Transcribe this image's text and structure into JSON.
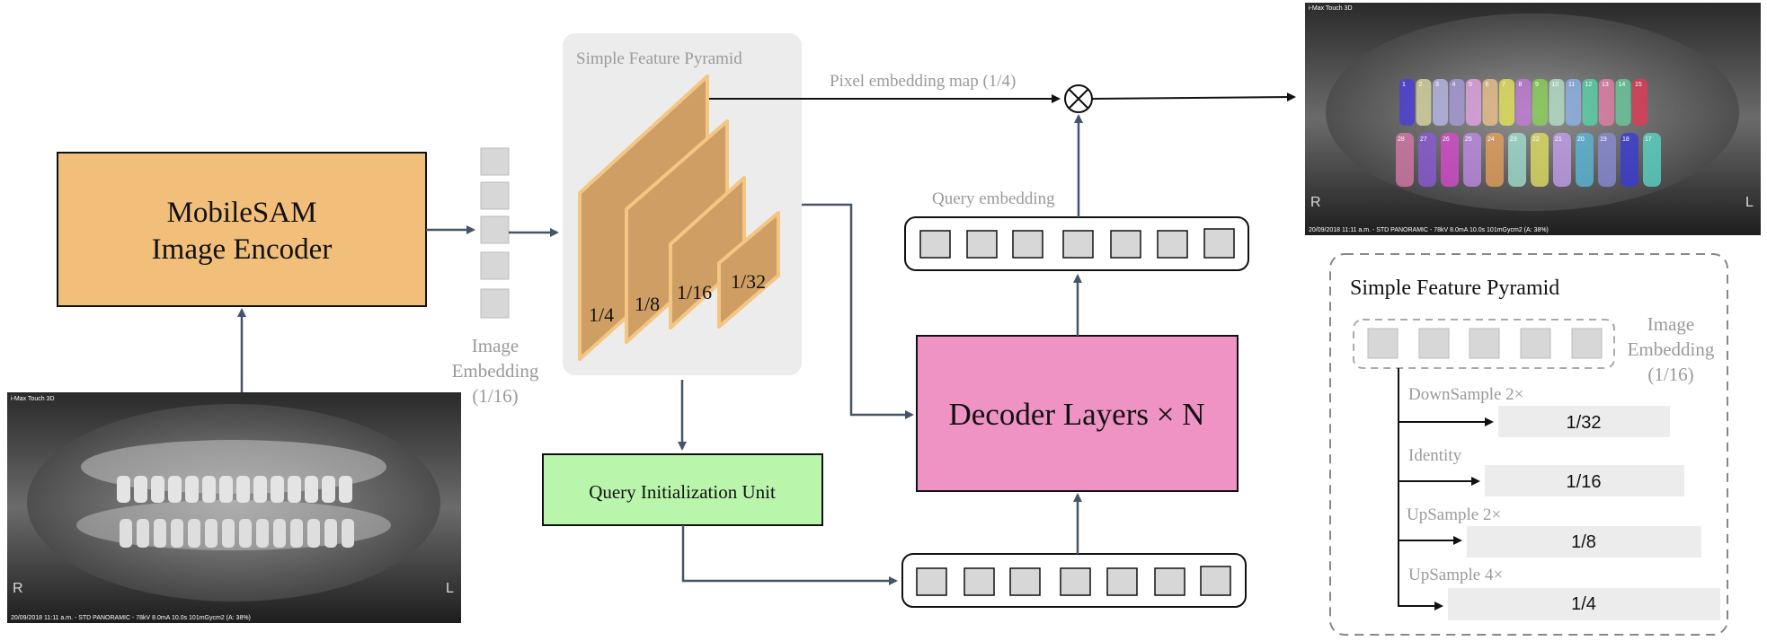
{
  "encoder": {
    "line1": "MobileSAM",
    "line2": "Image Encoder"
  },
  "embedding": {
    "line1": "Image",
    "line2": "Embedding",
    "line3": "(1/16)"
  },
  "pyramid": {
    "title": "Simple Feature Pyramid",
    "scales": [
      "1/4",
      "1/8",
      "1/16",
      "1/32"
    ]
  },
  "pixel_embedding_label": "Pixel embedding map (1/4)",
  "query_embedding_label": "Query embedding",
  "decoder": {
    "label": "Decoder Layers × N"
  },
  "query_init": {
    "label": "Query Initialization Unit"
  },
  "xray_input": {
    "brand": "i-Max Touch 3D",
    "footer": "20/09/2018 11:11 a.m. - STD PANORAMIC - 78kV 8.0mA 10.0s 101mGycm2  (A: 38%)",
    "left_marker": "R",
    "right_marker": "L"
  },
  "xray_output": {
    "brand": "i-Max Touch 3D",
    "footer": "20/09/2018 11:11 a.m. - STD PANORAMIC - 78kV 8.0mA 10.0s 101mGycm2  (A: 38%)",
    "left_marker": "R",
    "right_marker": "L",
    "upper_teeth": [
      "1",
      "2",
      "3",
      "4",
      "5",
      "6",
      "7",
      "8",
      "9",
      "10",
      "11",
      "12",
      "13",
      "14",
      "15"
    ],
    "lower_teeth": [
      "28",
      "27",
      "26",
      "25",
      "24",
      "23",
      "22",
      "21",
      "20",
      "19",
      "18",
      "17"
    ]
  },
  "inset": {
    "title": "Simple Feature Pyramid",
    "embedding": {
      "line1": "Image",
      "line2": "Embedding",
      "line3": "(1/16)"
    },
    "branches": [
      {
        "op": "DownSample 2×",
        "scale": "1/32"
      },
      {
        "op": "Identity",
        "scale": "1/16"
      },
      {
        "op": "UpSample 2×",
        "scale": "1/8"
      },
      {
        "op": "UpSample 4×",
        "scale": "1/4"
      }
    ]
  },
  "colors": {
    "encoder": "#f2bf7a",
    "pyramid_layer": "#cf9e64",
    "pyramid_edge": "#f3c683",
    "pyramid_bg": "#ececec",
    "decoder": "#ef93c4",
    "query_init": "#b9f6ac",
    "arrow": "#46546a",
    "gray_cell": "#d7d7d7",
    "gray_text": "#9a9a9a"
  }
}
